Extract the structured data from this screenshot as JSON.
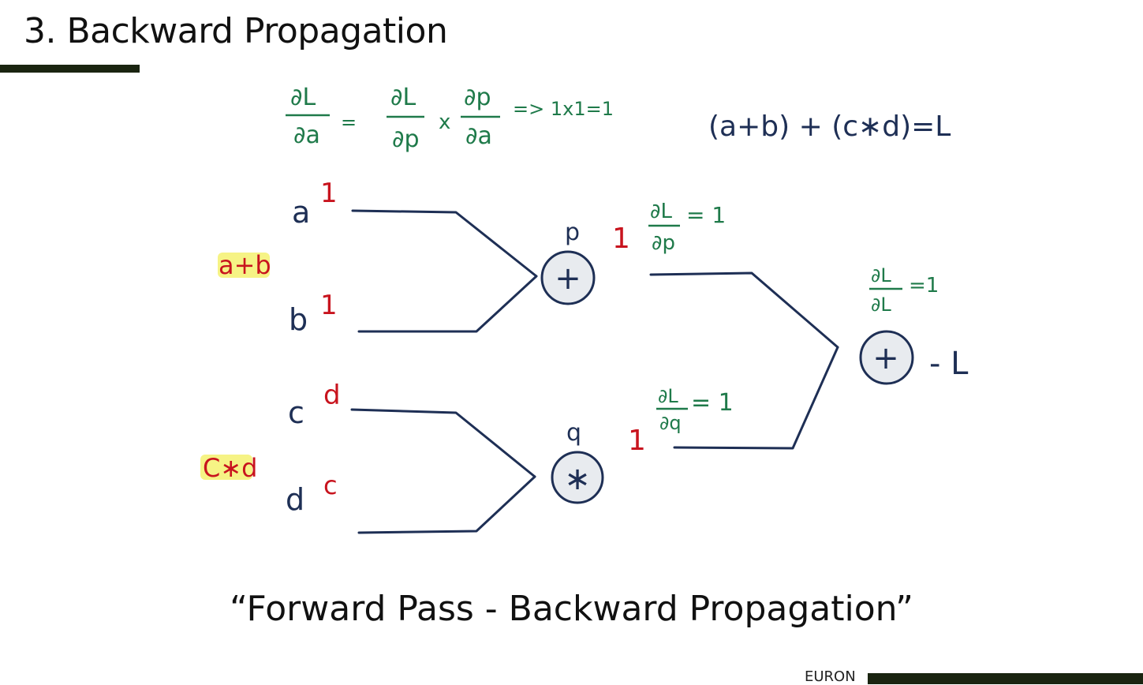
{
  "slide": {
    "title": "3. Backward Propagation",
    "caption": "“Forward Pass - Backward Propagation”",
    "brand": "EURON"
  },
  "formulas": {
    "chain_rule": {
      "lhs_num": "∂L",
      "lhs_den": "∂a",
      "eq": "=",
      "f1_num": "∂L",
      "f1_den": "∂p",
      "times": "x",
      "f2_num": "∂p",
      "f2_den": "∂a",
      "result": "=> 1x1=1"
    },
    "expression": "(a+b) + (c∗d)=L"
  },
  "nodes": {
    "a": {
      "label": "a",
      "grad": "1"
    },
    "b": {
      "label": "b",
      "grad": "1"
    },
    "c": {
      "label": "c",
      "grad": "d"
    },
    "d": {
      "label": "d",
      "grad": "c"
    },
    "p": {
      "label": "p",
      "op": "+",
      "grad": "1",
      "local_num": "∂L",
      "local_den": "∂p",
      "local_val": "= 1"
    },
    "q": {
      "label": "q",
      "op": "∗",
      "grad": "1",
      "local_num": "∂L",
      "local_den": "∂q",
      "local_val": "= 1"
    },
    "out": {
      "op": "+",
      "label": "- L",
      "local_num": "∂L",
      "local_den": "∂L",
      "local_val": "=1"
    }
  },
  "notes": {
    "group_ab": "a+b",
    "group_cd": "C∗d"
  },
  "colors": {
    "ink_blue": "#1e2f55",
    "ink_green": "#1f7a4a",
    "ink_red": "#c8141e",
    "highlight": "#f3ef5c",
    "node_fill": "#e8ebef",
    "bar": "#1a2410"
  }
}
